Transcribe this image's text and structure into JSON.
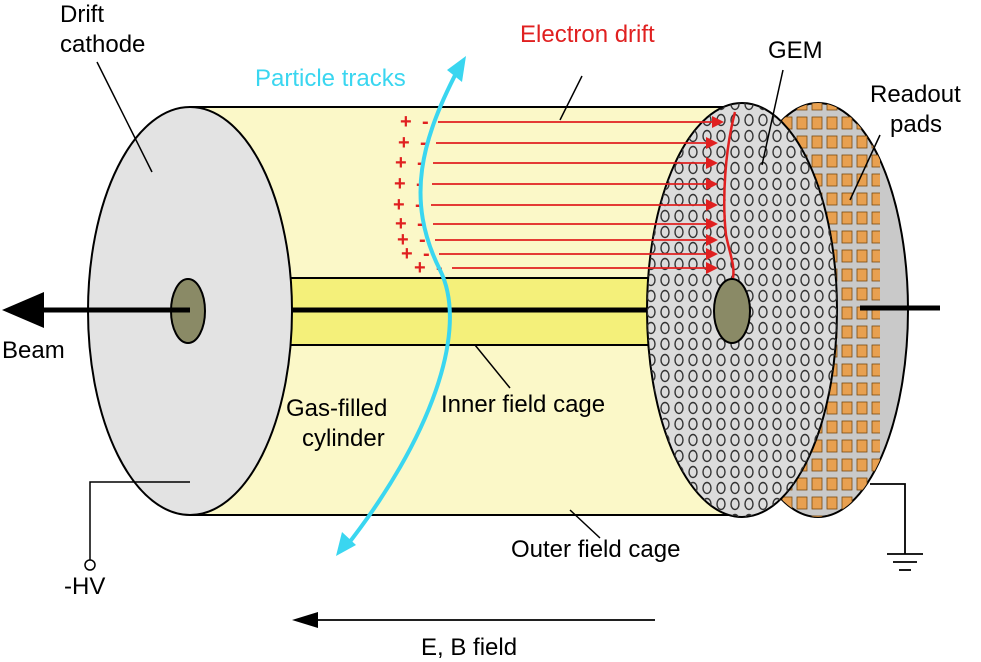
{
  "labels": {
    "drift_cathode_line1": "Drift",
    "drift_cathode_line2": "cathode",
    "particle_tracks": "Particle tracks",
    "electron_drift": "Electron drift",
    "gem": "GEM",
    "readout_line1": "Readout",
    "readout_line2": "pads",
    "beam": "Beam",
    "gas_line1": "Gas-filled",
    "gas_line2": "cylinder",
    "inner_field_cage": "Inner field cage",
    "outer_field_cage": "Outer field cage",
    "hv": "-HV",
    "eb_field": "E, B field"
  },
  "charges": {
    "plus": "+",
    "minus": "-",
    "pair_count": 9
  },
  "colors": {
    "cylinder_fill": "#fbf8c8",
    "inner_cage_fill": "#f4f07a",
    "cathode_fill": "#e3e3e3",
    "electron_red": "#e02020",
    "track_cyan": "#3ad6f0",
    "pad_orange": "#e8a050",
    "hole_olive": "#8a8a66"
  }
}
